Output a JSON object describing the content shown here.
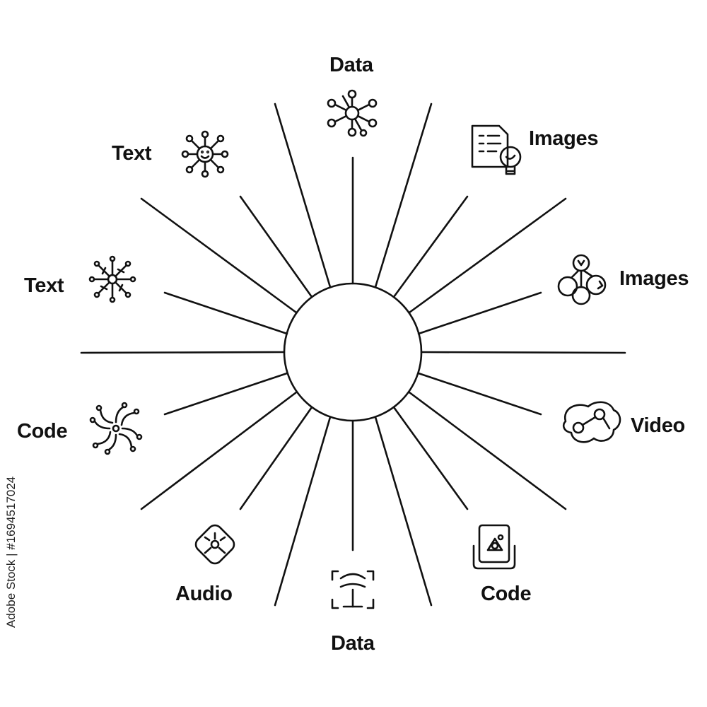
{
  "colors": {
    "stroke": "#111111",
    "background": "#ffffff"
  },
  "labels": {
    "data_top": "Data",
    "images_top": "Images",
    "images_right": "Images",
    "video": "Video",
    "code_bottom": "Code",
    "data_bottom": "Data",
    "audio": "Audio",
    "code_left": "Code",
    "text_left": "Text",
    "text_top": "Text"
  },
  "icons": [
    "network-hub-icon",
    "document-lightbulb-icon",
    "molecule-icon",
    "connected-nodes-icon",
    "tablet-gear-icon",
    "face-scan-icon",
    "gear-square-icon",
    "spiral-network-icon",
    "star-network-icon",
    "smiley-network-icon"
  ],
  "stock_id": "Adobe Stock | #1694517024"
}
